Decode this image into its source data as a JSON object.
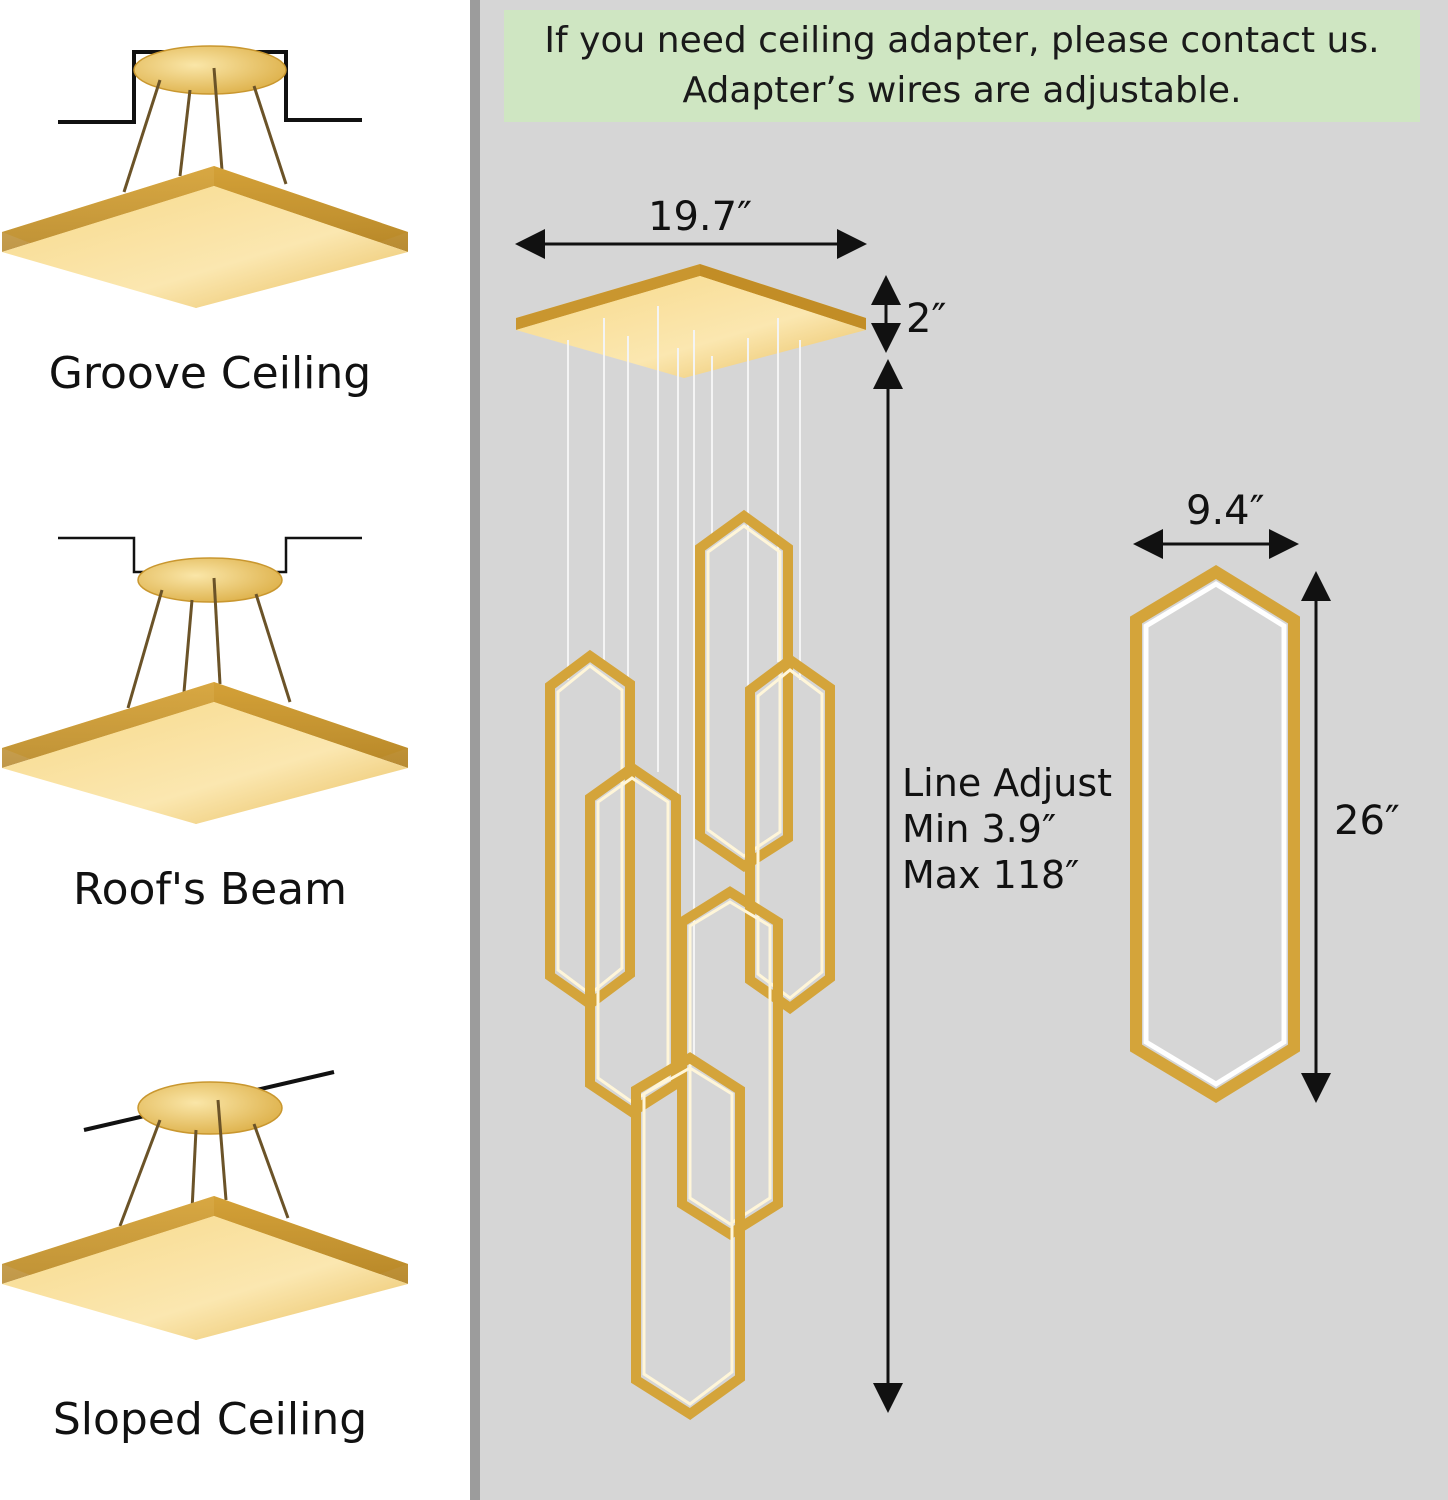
{
  "notice": {
    "line1": "If you need ceiling adapter, please contact us.",
    "line2": "Adapter’s wires are adjustable."
  },
  "mount_types": [
    {
      "label": "Groove Ceiling"
    },
    {
      "label": "Roof's Beam"
    },
    {
      "label": "Sloped Ceiling"
    }
  ],
  "dimensions": {
    "width": "19.7″",
    "canopy_height": "2″",
    "line_adjust_title": "Line Adjust",
    "line_min": "Min 3.9″",
    "line_max": "Max 118″",
    "ring_width": "9.4″",
    "ring_height": "26″"
  },
  "colors": {
    "gold": "#d9a93a",
    "gold_light": "#f3d27a",
    "panel_gray": "#d6d6d6",
    "notice_green": "#cfe6c2"
  }
}
